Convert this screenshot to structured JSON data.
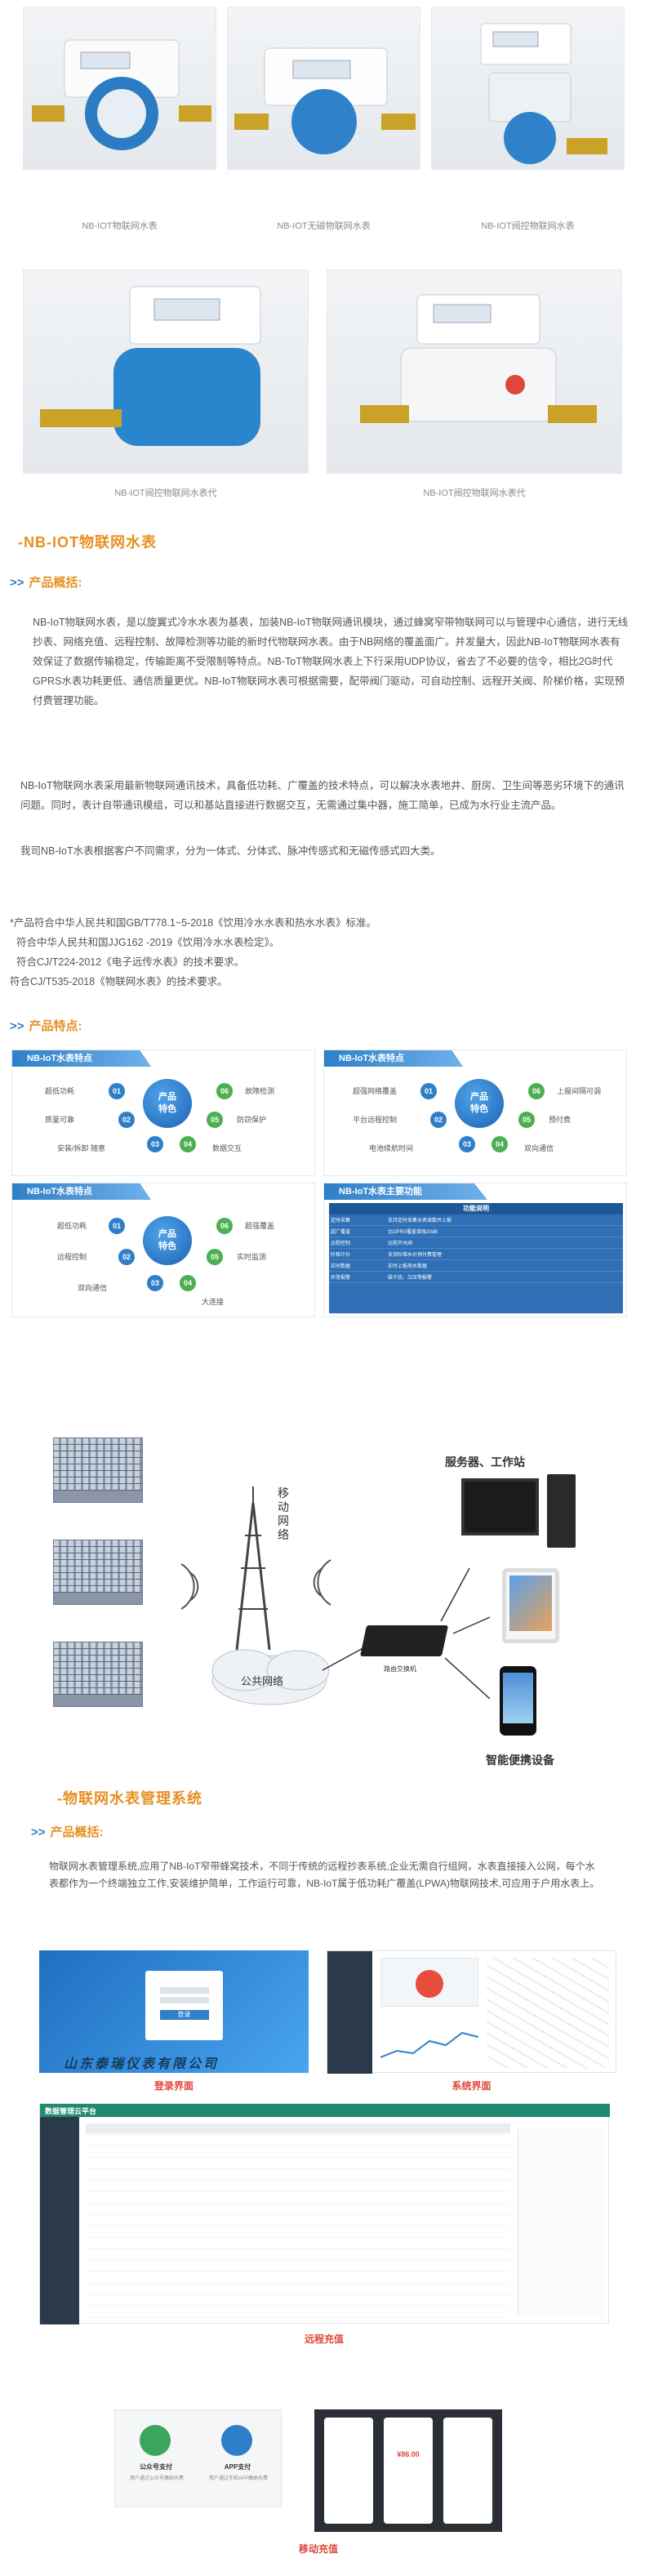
{
  "products": [
    {
      "caption": "NB-IOT物联网水表"
    },
    {
      "caption": "NB-IOT无磁物联网水表"
    },
    {
      "caption": "NB-IOT阀控物联网水表"
    },
    {
      "caption": "NB-IOT阀控物联网水表代"
    },
    {
      "caption": "NB-IOT阀控物联网水表代"
    }
  ],
  "section1": {
    "title": "-NB-IOT物联网水表",
    "overview_title": "产品概括:",
    "overview_p1": "NB-IoT物联网水表，是以旋翼式冷水水表为基表，加装NB-IoT物联网通讯模块，通过蜂窝窄带物联网可以与管理中心通信，进行无线抄表、网络充值、远程控制、故障检测等功能的新时代物联网水表。由于NB网络的覆盖面广。并发量大，因此NB-IoT物联网水表有效保证了数据传输稳定，传输距离不受限制等特点。NB-ToT物联网水表上下行采用UDP协议，省去了不必要的信令，相比2G时代GPRS水表功耗更低、通信质量更优。NB-IoT物联网水表可根据需要，配带阀门驱动，可自动控制、远程开关阀、阶梯价格，实现预付费管理功能。",
    "overview_p2": "NB-IoT物联网水表采用最新物联网通讯技术，具备低功耗、广覆盖的技术特点，可以解决水表地井、厨房、卫生间等恶劣环境下的通讯问题。同时，表计自带通讯模组，可以和基站直接进行数据交互，无需通过集中器，施工简单，已成为水行业主流产品。",
    "overview_p3": "我司NB-IoT水表根据客户不同需求，分为一体式、分体式、脉冲传感式和无磁传感式四大类。",
    "standards": [
      "*产品符合中华人民共和国GB/T778.1~5-2018《饮用冷水水表和热水水表》标准。",
      "符合中华人民共和国JJG162 -2019《饮用冷水水表检定》。",
      "符合CJ/T224-2012《电子远传水表》的技术要求。",
      "符合CJ/T535-2018《物联网水表》的技术要求。"
    ],
    "features_title": "产品特点:"
  },
  "feature_cards": {
    "card1": {
      "header": "NB-IoT水表特点",
      "hub": "产品\n特色",
      "items": [
        "超低功耗",
        "质量可靠",
        "安装/拆卸 随意",
        "数据交互",
        "防窃保护",
        "故障检测"
      ],
      "nums": [
        "01",
        "02",
        "03",
        "04",
        "05",
        "06"
      ]
    },
    "card2": {
      "header": "NB-IoT水表特点",
      "hub": "产品\n特色",
      "items": [
        "超强网络覆盖",
        "平台远程控制",
        "电池续航时间",
        "双向通信",
        "预付费",
        "上报间隔可调"
      ],
      "nums": [
        "01",
        "02",
        "03",
        "04",
        "05",
        "06"
      ]
    },
    "card3": {
      "header": "NB-IoT水表特点",
      "hub": "产品\n特色",
      "items": [
        "超低功耗",
        "远程控制",
        "双向通信",
        "大连接",
        "实时监测",
        "超强覆盖"
      ],
      "nums": [
        "01",
        "02",
        "03",
        "04",
        "05",
        "06"
      ]
    },
    "card4": {
      "header": "NB-IoT水表主要功能",
      "table_title": "功能说明",
      "rows": [
        [
          "定时采集",
          "支持定时采集水表读数并上报"
        ],
        [
          "超广覆盖",
          "比GPRS覆盖增强20dB"
        ],
        [
          "远程控制",
          "远程开关阀"
        ],
        [
          "阶梯计价",
          "支持阶梯水价预付费管理"
        ],
        [
          "实时数据",
          "实时上报用水数据"
        ],
        [
          "异常报警",
          "磁干扰、欠压等报警"
        ]
      ]
    }
  },
  "network": {
    "tower_label": "移动网络",
    "cloud_label": "公共网络",
    "router_label": "路由交换机",
    "server_label": "服务器、工作站",
    "device_label": "智能便携设备"
  },
  "section2": {
    "title": "-物联网水表管理系统",
    "overview_title": "产品概括:",
    "overview": "物联网水表管理系统,应用了NB-IoT窄带蜂窝技术，不同于传统的远程抄表系统,企业无需自行组网，水表直接接入公网，每个水表都作为一个终端独立工作,安装维护简单，工作运行可靠，NB-IoT属于低功耗广覆盖(LPWA)物联网技术,可应用于户用水表上。",
    "login_caption": "登录界面",
    "system_caption": "系统界面",
    "recharge_caption": "远程充值",
    "mobile_caption": "移动充值",
    "login_watermark": "山东泰瑞仪表有限公司",
    "login_button": "登录",
    "app_title": "数据管理云平台",
    "pay_items": [
      {
        "label": "公众号支付",
        "desc": "用户通过公众号缴纳水费"
      },
      {
        "label": "APP支付",
        "desc": "用户通过手机APP缴纳水费"
      }
    ],
    "phone_amount": "¥86.00"
  },
  "colors": {
    "accent": "#e69024",
    "blue": "#2f7fc8",
    "red_caption": "#e0463a"
  }
}
